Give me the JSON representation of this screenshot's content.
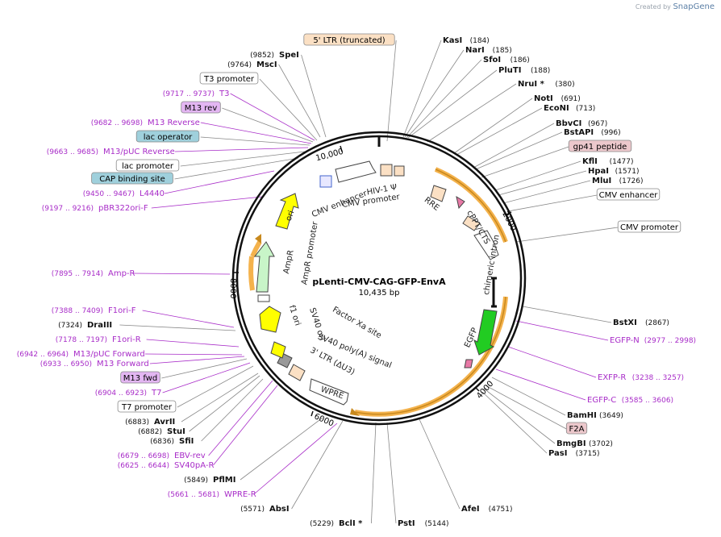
{
  "credit": {
    "prefix": "Created by",
    "brand": "SnapGene"
  },
  "plasmid": {
    "name": "pLenti-CMV-CAG-GFP-EnvA",
    "length_label": "10,435 bp"
  },
  "colors": {
    "primer": "#a82cc8",
    "feature_box_blue": "#9fd0dc",
    "feature_box_purple": "#e3b6f2",
    "feature_box_pink": "#ecc8cc",
    "feature_box_peach": "#fbe0c4",
    "cds_orange": "#f4b24c",
    "green": "#22cc22",
    "yellow": "#ffff00"
  },
  "ticks": [
    "10,000",
    "2000",
    "4000",
    "6000",
    "8000"
  ],
  "inner_labels": {
    "cmv_enhancer": "CMV enhancer",
    "hiv_psi": "HIV-1 Ψ",
    "cmv_promoter": "CMV promoter",
    "rre": "RRE",
    "cppt": "cPPT/CTS",
    "chimeric_intron": "chimeric intron",
    "egfp": "EGFP",
    "wpre": "WPRE",
    "ltr3": "3' LTR (ΔU3)",
    "sv40_polya": "SV40 poly(A) signal",
    "factor_xa": "Factor Xa site",
    "sv40_ori": "SV40 ori",
    "f1_ori": "f1 ori",
    "ampr": "AmpR",
    "ampr_promoter": "AmpR promoter",
    "ori": "ori"
  },
  "labels": [
    {
      "id": "ltr5",
      "kind": "box",
      "text": "5' LTR (truncated)",
      "fill": "#fbe0c4"
    },
    {
      "id": "kasi",
      "kind": "enzyme",
      "name": "KasI",
      "pos": "(184)"
    },
    {
      "id": "nari",
      "kind": "enzyme",
      "name": "NarI",
      "pos": "(185)"
    },
    {
      "id": "sfoi",
      "kind": "enzyme",
      "name": "SfoI",
      "pos": "(186)"
    },
    {
      "id": "pluti",
      "kind": "enzyme",
      "name": "PluTI",
      "pos": "(188)"
    },
    {
      "id": "nrui",
      "kind": "enzyme",
      "name": "NruI *",
      "pos": "(380)"
    },
    {
      "id": "noti",
      "kind": "enzyme",
      "name": "NotI",
      "pos": "(691)"
    },
    {
      "id": "econi",
      "kind": "enzyme",
      "name": "EcoNI",
      "pos": "(713)"
    },
    {
      "id": "bbvci",
      "kind": "enzyme",
      "name": "BbvCI",
      "pos": "(967)"
    },
    {
      "id": "bstapi",
      "kind": "enzyme",
      "name": "BstAPI",
      "pos": "(996)"
    },
    {
      "id": "gp41",
      "kind": "box",
      "text": "gp41 peptide",
      "fill": "#ecc8cc"
    },
    {
      "id": "kfli",
      "kind": "enzyme",
      "name": "KflI",
      "pos": "(1477)"
    },
    {
      "id": "hpai",
      "kind": "enzyme",
      "name": "HpaI",
      "pos": "(1571)"
    },
    {
      "id": "mlui",
      "kind": "enzyme",
      "name": "MluI",
      "pos": "(1726)"
    },
    {
      "id": "cmvenh_r",
      "kind": "box",
      "text": "CMV enhancer",
      "fill": "#ffffff"
    },
    {
      "id": "cmvprom_r",
      "kind": "box",
      "text": "CMV promoter",
      "fill": "#ffffff"
    },
    {
      "id": "bstxi",
      "kind": "enzyme",
      "name": "BstXI",
      "pos": "(2867)"
    },
    {
      "id": "egfpn",
      "kind": "primer",
      "name": "EGFP-N",
      "pos": "(2977 .. 2998)"
    },
    {
      "id": "egfpr",
      "kind": "primer",
      "name": "EXFP-R",
      "pos": "(3238 .. 3257)"
    },
    {
      "id": "egfpc",
      "kind": "primer",
      "name": "EGFP-C",
      "pos": "(3585 .. 3606)"
    },
    {
      "id": "bamhi",
      "kind": "enzyme",
      "name": "BamHI",
      "pos": "(3649)"
    },
    {
      "id": "f2a",
      "kind": "box",
      "text": "F2A",
      "fill": "#ecc8cc"
    },
    {
      "id": "bmgbi",
      "kind": "enzyme",
      "name": "BmgBI",
      "pos": "(3702)"
    },
    {
      "id": "pasi",
      "kind": "enzyme",
      "name": "PasI",
      "pos": "(3715)"
    },
    {
      "id": "afei",
      "kind": "enzyme",
      "name": "AfeI",
      "pos": "(4751)"
    },
    {
      "id": "psti",
      "kind": "enzyme",
      "name": "PstI",
      "pos": "(5144)"
    },
    {
      "id": "bcli",
      "kind": "enzyme",
      "name": "BclI *",
      "pos": "(5229)"
    },
    {
      "id": "absi",
      "kind": "enzyme",
      "name": "AbsI",
      "pos": "(5571)"
    },
    {
      "id": "wprer",
      "kind": "primer",
      "name": "WPRE-R",
      "pos": "(5661 .. 5681)"
    },
    {
      "id": "pflmi",
      "kind": "enzyme",
      "name": "PflMI",
      "pos": "(5849)"
    },
    {
      "id": "sv40par",
      "kind": "primer",
      "name": "SV40pA-R",
      "pos": "(6625 .. 6644)"
    },
    {
      "id": "ebvrev",
      "kind": "primer",
      "name": "EBV-rev",
      "pos": "(6679 .. 6698)"
    },
    {
      "id": "sfii",
      "kind": "enzyme",
      "name": "SfiI",
      "pos": "(6836)"
    },
    {
      "id": "stui",
      "kind": "enzyme",
      "name": "StuI",
      "pos": "(6882)"
    },
    {
      "id": "avrii",
      "kind": "enzyme",
      "name": "AvrII",
      "pos": "(6883)"
    },
    {
      "id": "t7prom",
      "kind": "box",
      "text": "T7 promoter",
      "fill": "#ffffff"
    },
    {
      "id": "t7",
      "kind": "primer",
      "name": "T7",
      "pos": "(6904 .. 6923)"
    },
    {
      "id": "m13fwd",
      "kind": "box",
      "text": "M13 fwd",
      "fill": "#e3b6f2"
    },
    {
      "id": "m13forward",
      "kind": "primer",
      "name": "M13 Forward",
      "pos": "(6933 .. 6950)"
    },
    {
      "id": "m13pucf",
      "kind": "primer",
      "name": "M13/pUC Forward",
      "pos": "(6942 .. 6964)"
    },
    {
      "id": "f1orir",
      "kind": "primer",
      "name": "F1ori-R",
      "pos": "(7178 .. 7197)"
    },
    {
      "id": "draiii",
      "kind": "enzyme",
      "name": "DraIII",
      "pos": "(7324)"
    },
    {
      "id": "f1orif",
      "kind": "primer",
      "name": "F1ori-F",
      "pos": "(7388 .. 7409)"
    },
    {
      "id": "ampr",
      "kind": "primer",
      "name": "Amp-R",
      "pos": "(7895 .. 7914)"
    },
    {
      "id": "pbr322",
      "kind": "primer",
      "name": "pBR322ori-F",
      "pos": "(9197 .. 9216)"
    },
    {
      "id": "l4440",
      "kind": "primer",
      "name": "L4440",
      "pos": "(9450 .. 9467)"
    },
    {
      "id": "cap",
      "kind": "box",
      "text": "CAP binding site",
      "fill": "#9fd0dc"
    },
    {
      "id": "lacprom",
      "kind": "box",
      "text": "lac promoter",
      "fill": "#ffffff"
    },
    {
      "id": "m13pucr",
      "kind": "primer",
      "name": "M13/pUC Reverse",
      "pos": "(9663 .. 9685)"
    },
    {
      "id": "lacop",
      "kind": "box",
      "text": "lac operator",
      "fill": "#9fd0dc"
    },
    {
      "id": "m13reverse",
      "kind": "primer",
      "name": "M13 Reverse",
      "pos": "(9682 .. 9698)"
    },
    {
      "id": "m13rev",
      "kind": "box",
      "text": "M13 rev",
      "fill": "#e3b6f2"
    },
    {
      "id": "t3",
      "kind": "primer",
      "name": "T3",
      "pos": "(9717 .. 9737)"
    },
    {
      "id": "t3prom",
      "kind": "box",
      "text": "T3 promoter",
      "fill": "#ffffff"
    },
    {
      "id": "msci",
      "kind": "enzyme",
      "name": "MscI",
      "pos": "(9764)"
    },
    {
      "id": "spei",
      "kind": "enzyme",
      "name": "SpeI",
      "pos": "(9852)"
    }
  ]
}
